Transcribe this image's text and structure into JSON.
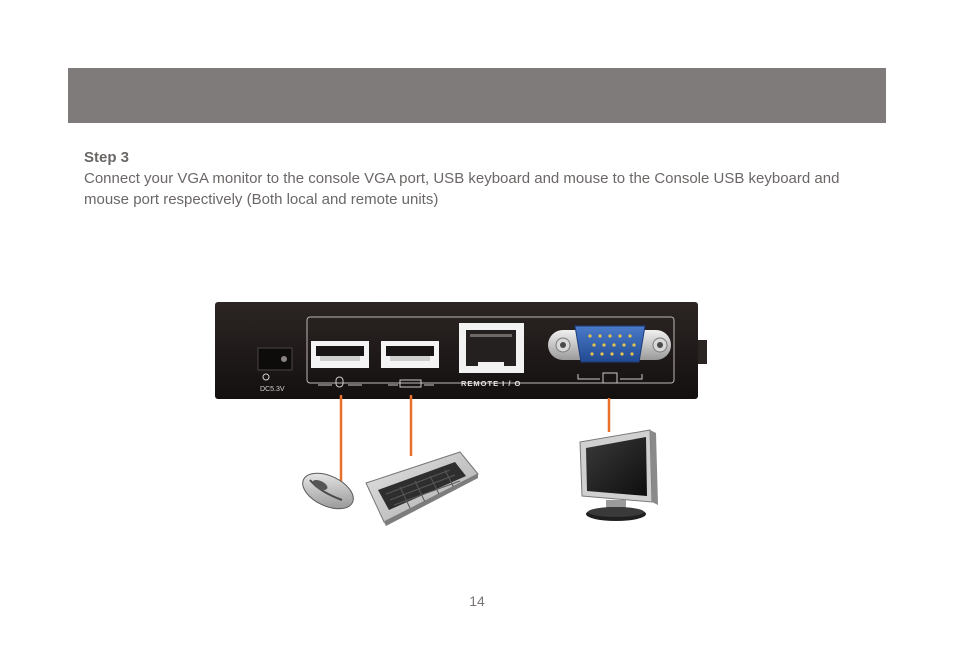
{
  "header": {
    "band_color": "#7f7b7a"
  },
  "step": {
    "title": "Step 3",
    "instruction": "Connect your VGA monitor to the console VGA port, USB keyboard and mouse to the Console USB keyboard and mouse port respectively (Both local and remote units)"
  },
  "device": {
    "power_label": "DC5.3V",
    "remote_port_label": "REMOTE  I / O"
  },
  "cable_color": "#e8702a",
  "connector_color": "#2f5da8",
  "page": {
    "number": "14"
  }
}
